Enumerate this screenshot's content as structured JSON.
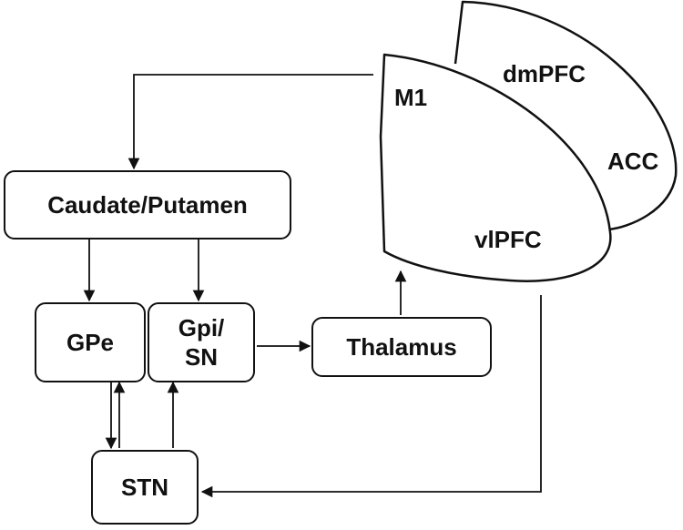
{
  "nodes": {
    "caudate_putamen": "Caudate/Putamen",
    "gpe": "GPe",
    "gpi_line1": "Gpi/",
    "gpi_line2": "SN",
    "thalamus": "Thalamus",
    "stn": "STN"
  },
  "cortex": {
    "m1": "M1",
    "dmpfc": "dmPFC",
    "acc": "ACC",
    "vlpfc": "vlPFC"
  },
  "colors": {
    "stroke": "#111111",
    "background": "#ffffff"
  }
}
